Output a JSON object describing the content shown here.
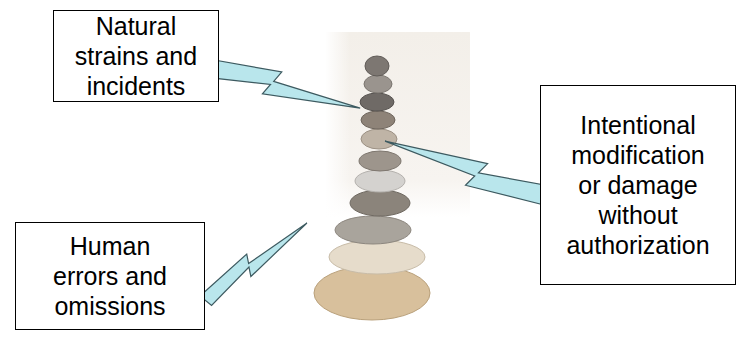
{
  "diagram": {
    "nodes": [
      {
        "text": [
          "Natural strains and incidents"
        ]
      },
      {
        "text": [
          "Intentional modification or damage without authorization"
        ]
      },
      {
        "text": [
          "Human errors and omissions"
        ]
      }
    ]
  }
}
